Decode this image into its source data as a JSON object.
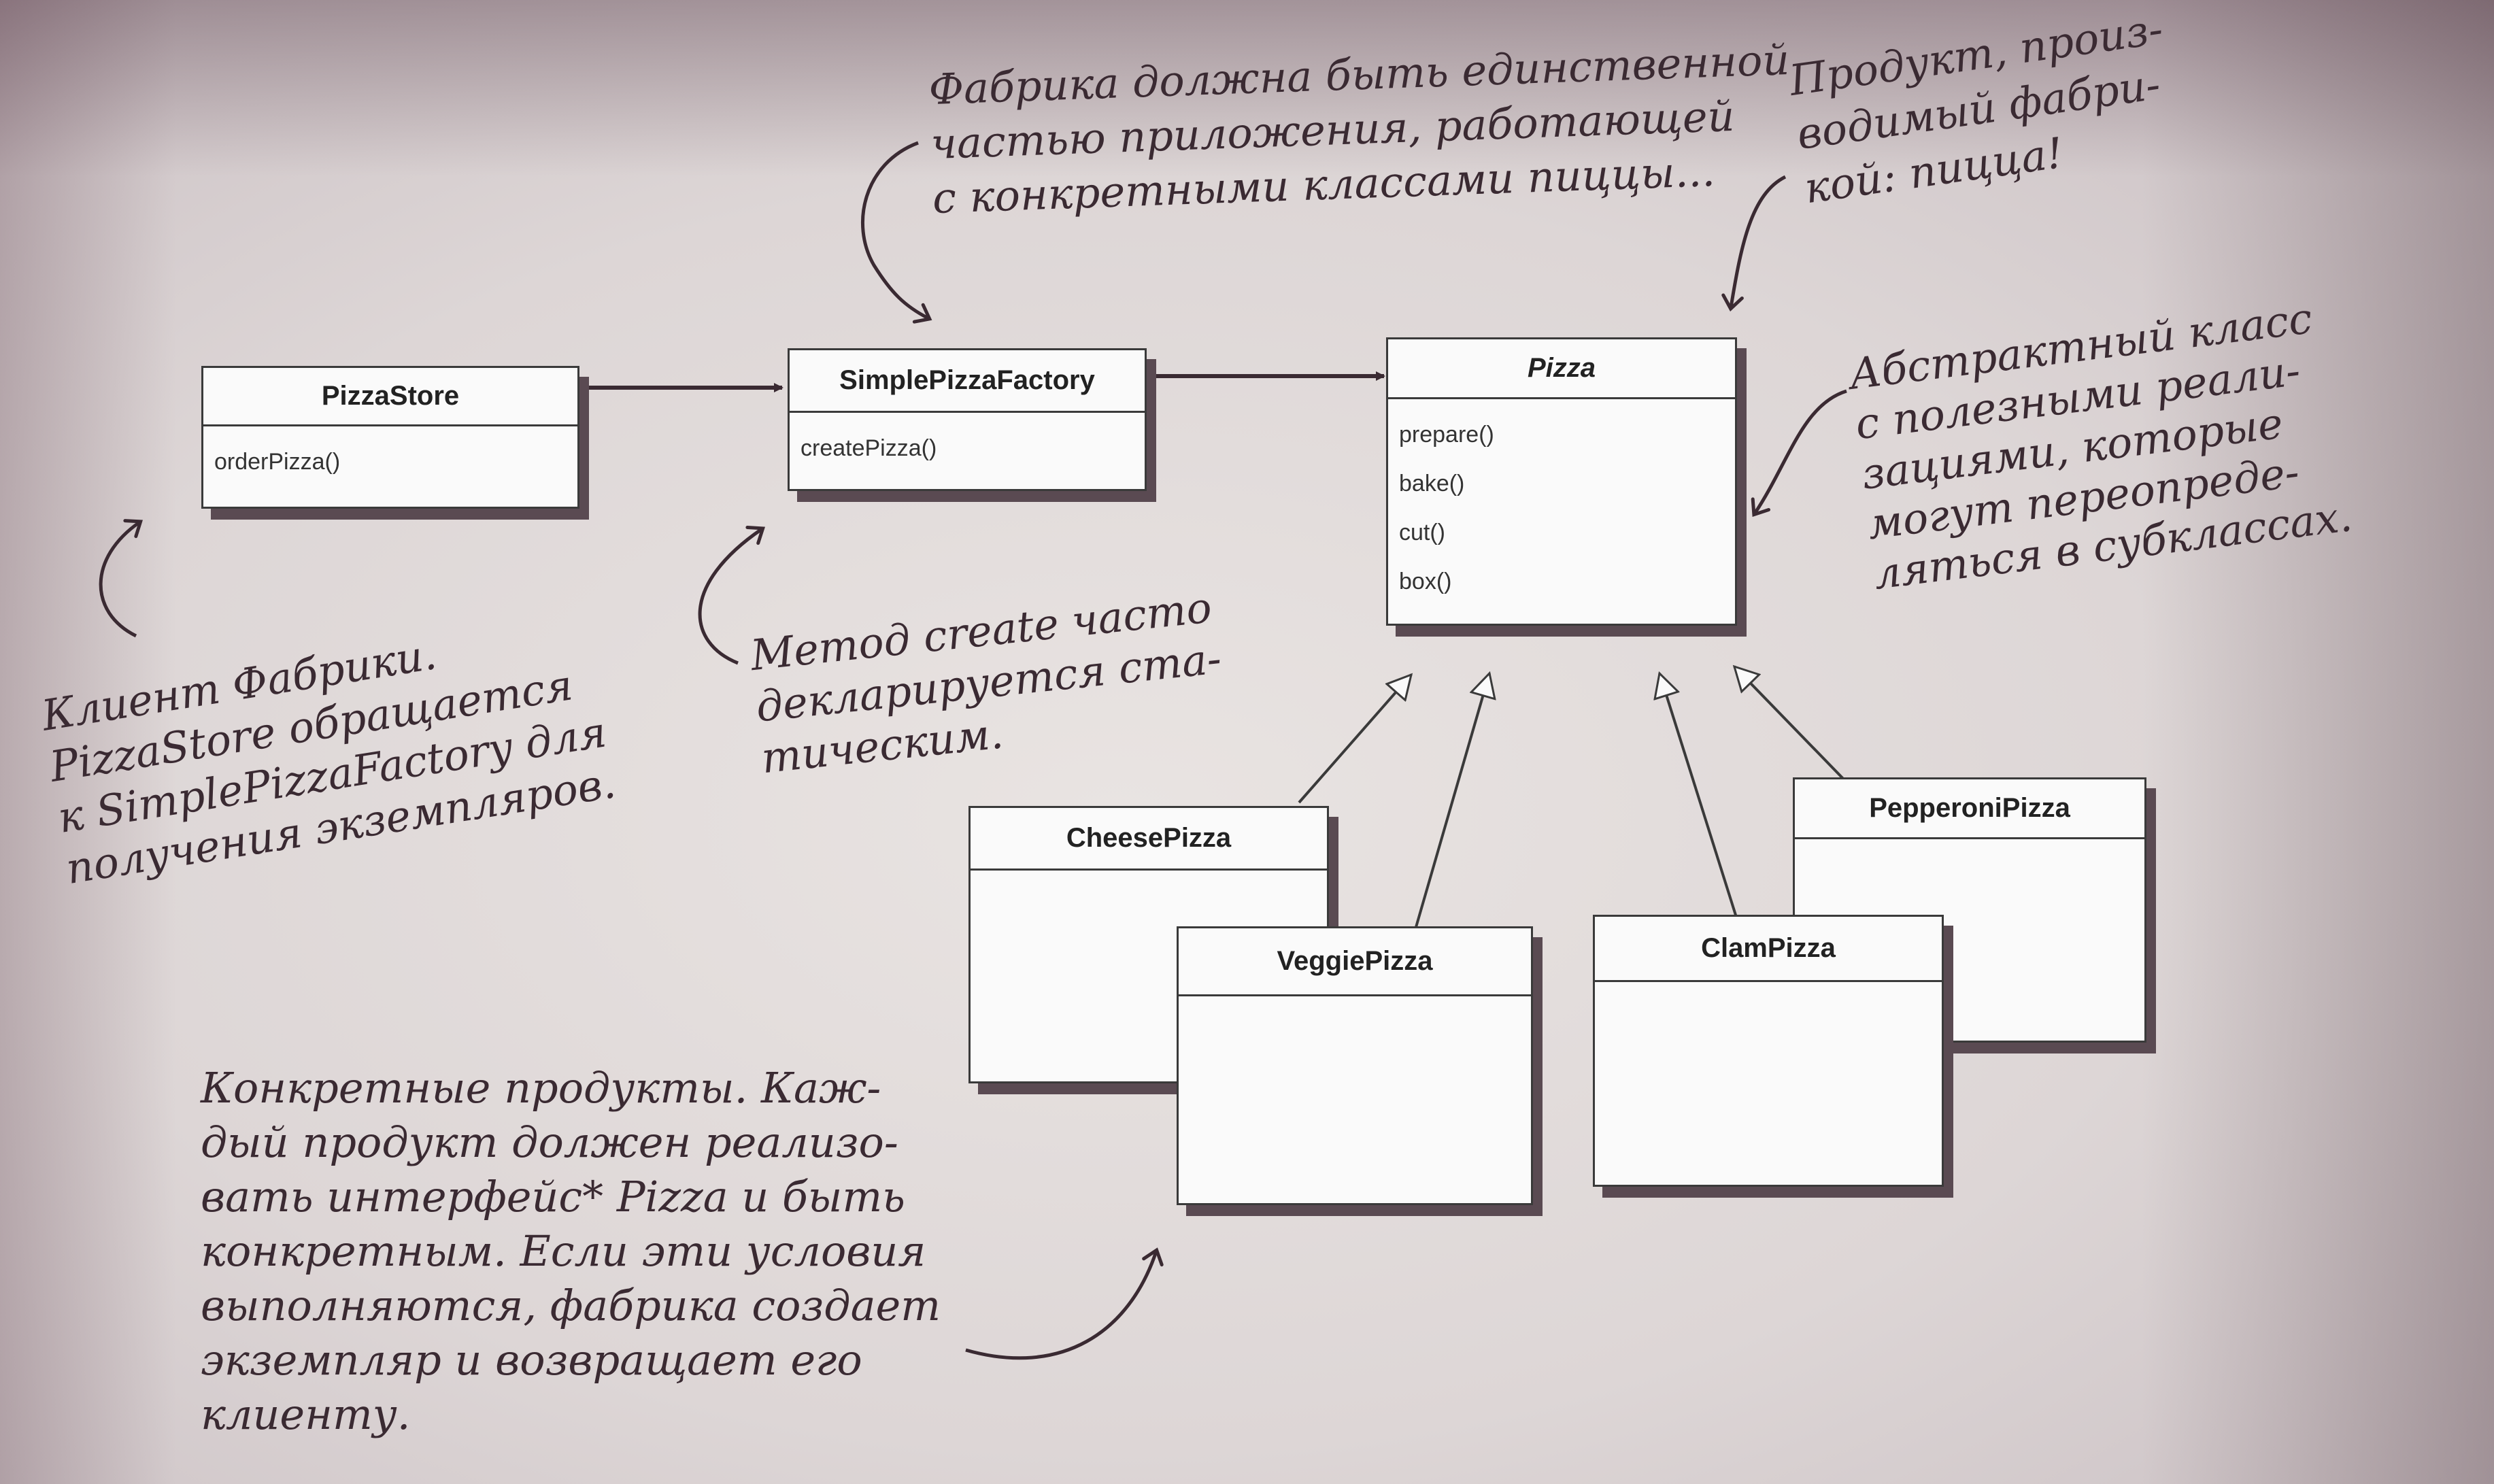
{
  "classes": {
    "pizzastore": {
      "name": "PizzaStore",
      "methods": [
        "orderPizza()"
      ]
    },
    "factory": {
      "name": "SimplePizzaFactory",
      "methods": [
        "createPizza()"
      ]
    },
    "pizza": {
      "name": "Pizza",
      "methods": [
        "prepare()",
        "bake()",
        "cut()",
        "box()"
      ]
    },
    "cheese": {
      "name": "CheesePizza"
    },
    "veggie": {
      "name": "VeggiePizza"
    },
    "clam": {
      "name": "ClamPizza"
    },
    "pepperoni": {
      "name": "PepperoniPizza"
    }
  },
  "notes": {
    "factory_top": [
      "Фабрика должна быть единственной",
      "частью приложения, работающей",
      "с конкретными классами пиццы..."
    ],
    "product": [
      "Продукт, произ-",
      "водимый фабри-",
      "кой: пицца!"
    ],
    "abstract": [
      "Абстрактный класс",
      "с полезными реали-",
      "зациями, которые",
      "могут переопреде-",
      "ляться в субклассах."
    ],
    "client": [
      "Клиент Фабрики.",
      "PizzaStore обращается",
      "к SimplePizzaFactory для",
      "получения экземпляров."
    ],
    "create": [
      "Метод create часто",
      "декларируется ста-",
      "тическим."
    ],
    "concrete": [
      "Конкретные продукты. Каж-",
      "дый продукт должен реализо-",
      "вать интерфейс* Pizza и быть",
      "конкретным. Если эти условия",
      "выполняются, фабрика создает",
      "экземпляр и возвращает его",
      "клиенту."
    ]
  },
  "colors": {
    "ink": "#3a2a32",
    "box_border": "#3a3a3a",
    "shadow": "#5a4a52"
  }
}
